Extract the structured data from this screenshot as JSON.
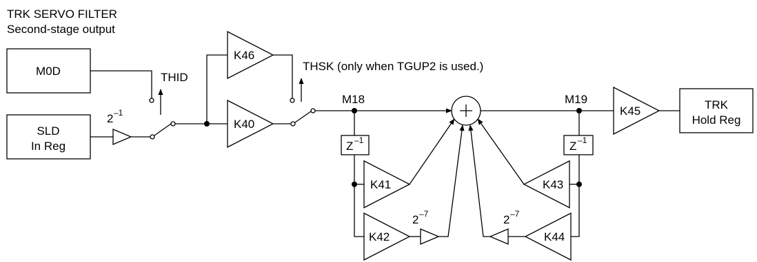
{
  "header": {
    "title": "TRK SERVO FILTER",
    "subtitle": "Second-stage output"
  },
  "blocks": {
    "m0d": "M0D",
    "sld_line1": "SLD",
    "sld_line2": "In Reg",
    "trk_line1": "TRK",
    "trk_line2": "Hold Reg"
  },
  "gains": {
    "k46": "K46",
    "k40": "K40",
    "k41": "K41",
    "k42": "K42",
    "k43": "K43",
    "k44": "K44",
    "k45": "K45"
  },
  "scalers": {
    "input_base": "2",
    "input_exp": "–1",
    "left_base": "2",
    "left_exp": "–7",
    "right_base": "2",
    "right_exp": "–7"
  },
  "delays": {
    "left_base": "Z",
    "left_exp": "–1",
    "right_base": "Z",
    "right_exp": "–1"
  },
  "switch_labels": {
    "thid": "THID",
    "thsk": "THSK (only when TGUP2 is used.)"
  },
  "nodes": {
    "m18": "M18",
    "m19": "M19"
  }
}
